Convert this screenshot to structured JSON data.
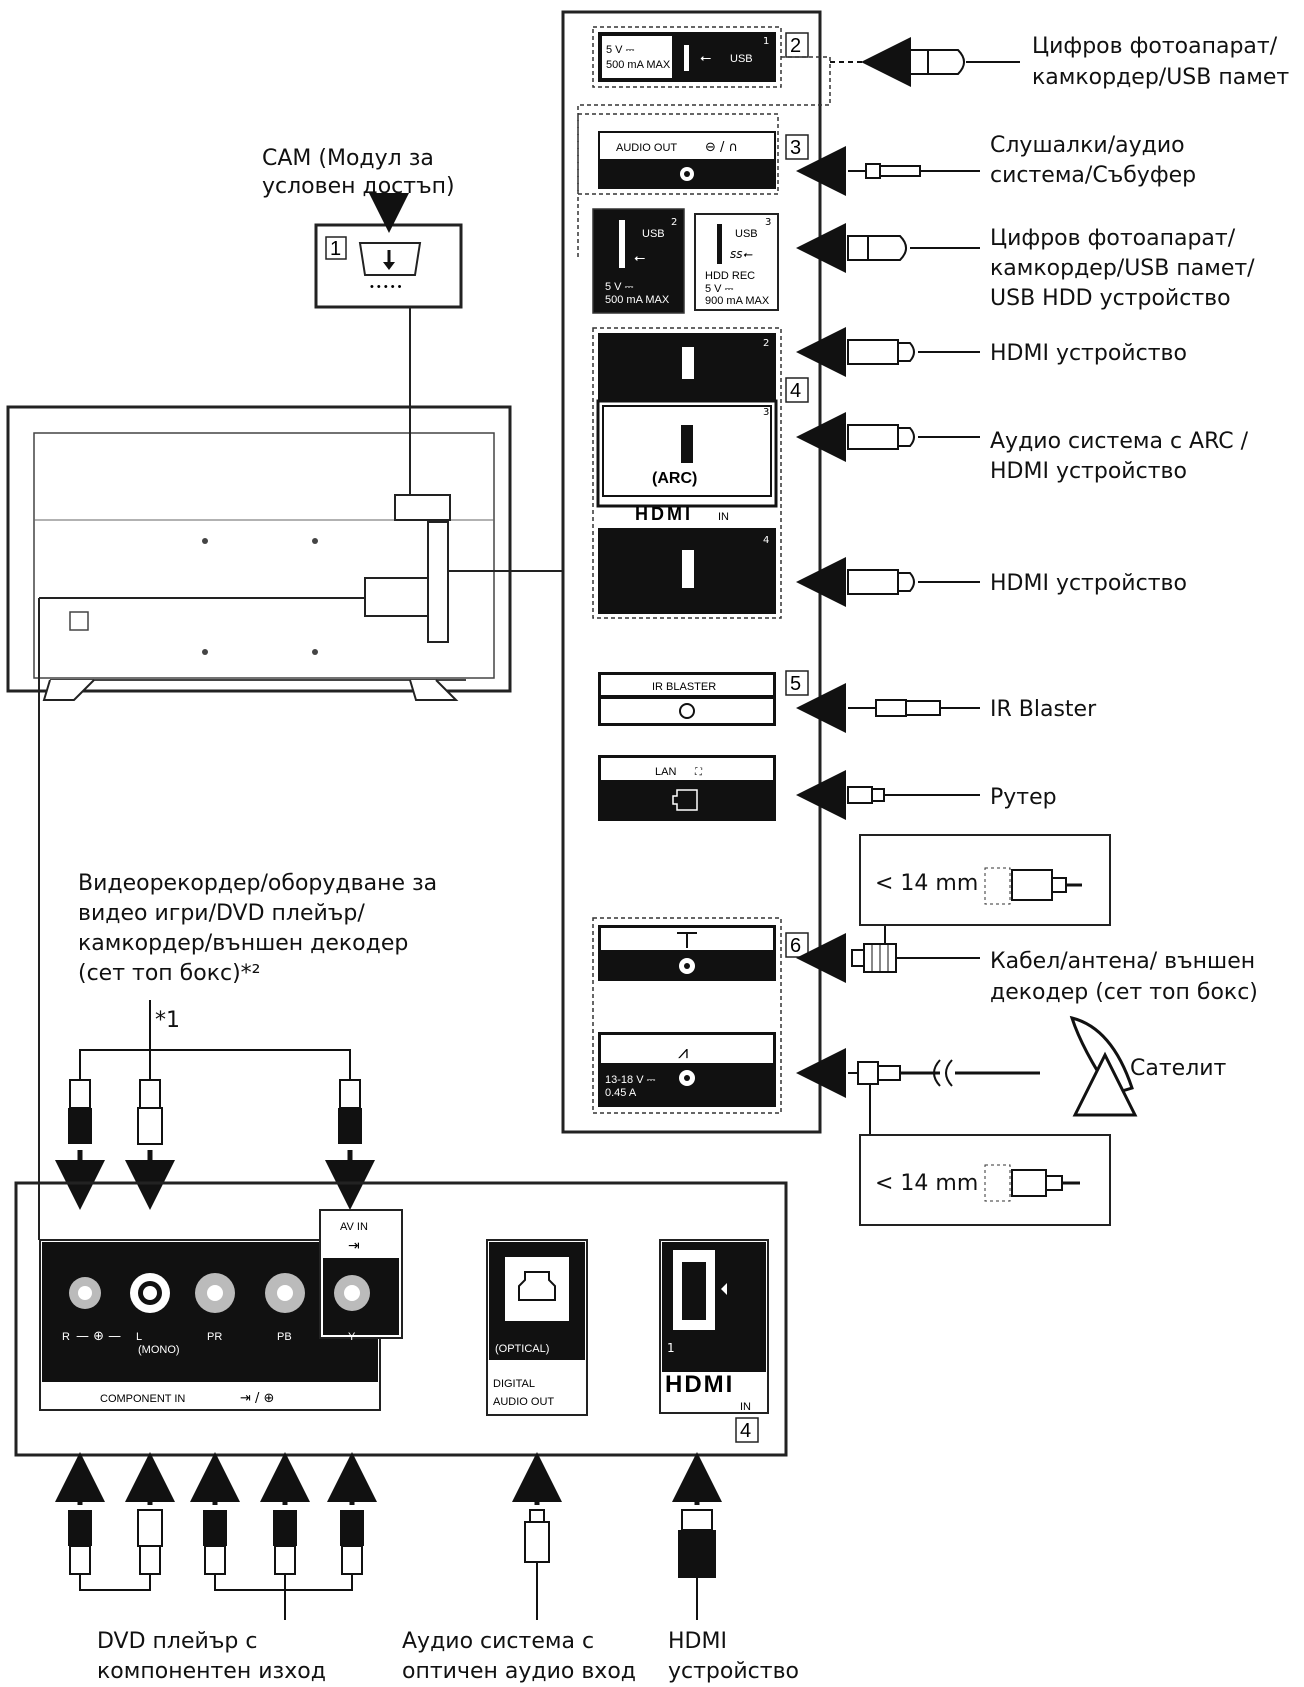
{
  "labels": {
    "cam": [
      "CAM (Модул за",
      "условен достъп)"
    ],
    "usb_top": [
      "Цифров фотоапарат/",
      "камкордер/USB памет"
    ],
    "headphones": [
      "Слушалки/аудио",
      "система/Събуфер"
    ],
    "usb_hdd": [
      "Цифров фотоапарат/",
      "камкордер/USB памет/",
      "USB HDD устройство"
    ],
    "hdmi_device_1": "HDMI устройство",
    "arc": [
      "Аудио система с ARC /",
      "HDMI устройство"
    ],
    "hdmi_device_2": "HDMI устройство",
    "ir_blaster": "IR Blaster",
    "router": "Рутер",
    "cable": [
      "Кабел/антена/ външен",
      "декодер (сет топ бокс)"
    ],
    "satellite": "Сателит",
    "mm_top": "< 14 mm",
    "mm_bottom": "< 14 mm",
    "video_equipment": [
      "Видеорекордер/оборудване за",
      "видео игри/DVD плейър/",
      "камкордер/външен декодер",
      "(сет топ бокс)*²"
    ],
    "note_1": "*1",
    "dvd": [
      "DVD плейър с",
      "компонентен изход"
    ],
    "optical_audio": [
      "Аудио система с",
      "оптичен аудио вход"
    ],
    "hdmi_bottom": [
      "HDMI",
      "устройство"
    ]
  },
  "ports": {
    "usb1_voltage": [
      "5 V ⎓",
      "500 mA MAX"
    ],
    "usb1_label": "USB",
    "audio_out": "AUDIO OUT",
    "usb2_label": "USB",
    "usb2_voltage": [
      "5 V ⎓",
      "500 mA MAX"
    ],
    "usb3_label": "USB",
    "usb3_hdd": "HDD REC",
    "usb3_voltage": [
      "5 V ⎓",
      "900 mA MAX"
    ],
    "arc": "(ARC)",
    "hdmi_logo": "HDMI",
    "hdmi_in": "IN",
    "ir_blaster": "IR BLASTER",
    "lan": "LAN",
    "sat_voltage": [
      "13-18 V ⎓",
      "0.45 A"
    ],
    "av_in": "AV IN",
    "component_in": "COMPONENT IN",
    "jack_labels": [
      "R",
      "L",
      "(MONO)",
      "PR",
      "PB",
      "Y"
    ],
    "optical": "(OPTICAL)",
    "digital_audio_out": [
      "DIGITAL",
      "AUDIO OUT"
    ],
    "hdmi_bottom_in": "IN"
  },
  "numbers": [
    "1",
    "2",
    "3",
    "4",
    "5",
    "6"
  ],
  "port_indices": [
    "1",
    "2",
    "3",
    "2",
    "3",
    "4",
    "1"
  ]
}
